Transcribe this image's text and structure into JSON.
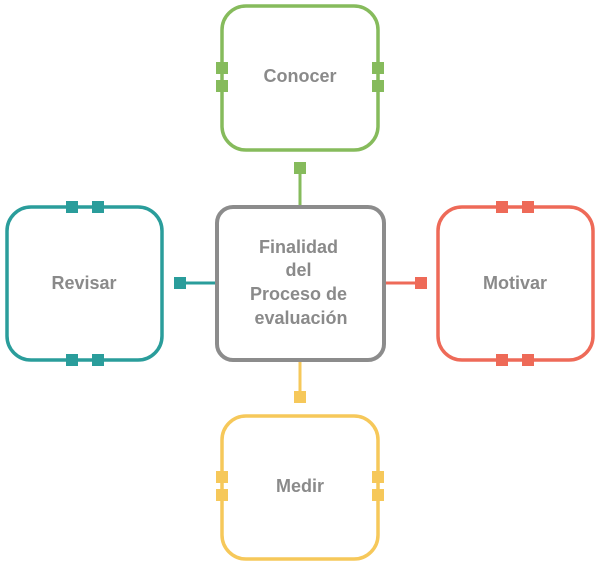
{
  "center": {
    "lines": [
      "Finalidad",
      "del",
      "Proceso de",
      "evaluación"
    ],
    "color": "#8c8c8c"
  },
  "top": {
    "label": "Conocer",
    "color": "#86bb5c"
  },
  "left": {
    "label": "Revisar",
    "color": "#2a9d9b"
  },
  "right": {
    "label": "Motivar",
    "color": "#ee6a58"
  },
  "bottom": {
    "label": "Medir",
    "color": "#f6c85a"
  }
}
